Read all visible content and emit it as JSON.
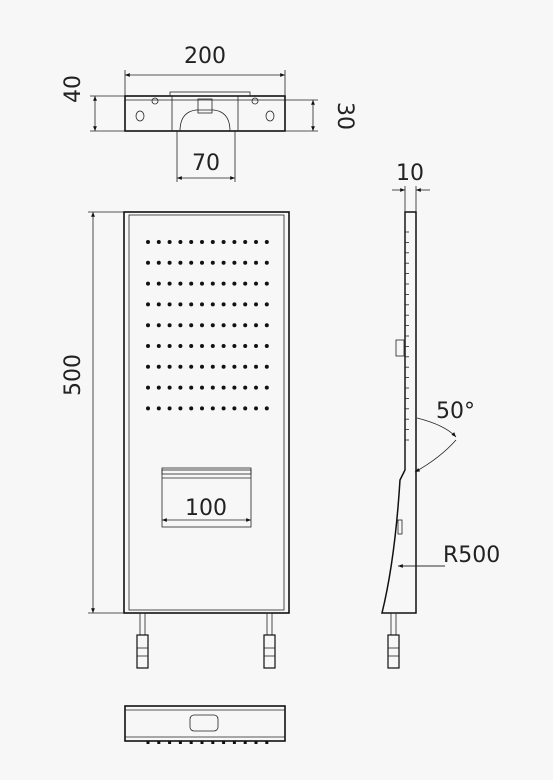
{
  "dimensions": {
    "top_width": "200",
    "top_depth": "40",
    "top_height": "30",
    "top_inner_width": "70",
    "front_height": "500",
    "front_inner_width": "100",
    "side_thickness": "10",
    "side_angle": "50°",
    "side_radius": "R500"
  },
  "grid": {
    "rows": 9,
    "cols": 12
  }
}
